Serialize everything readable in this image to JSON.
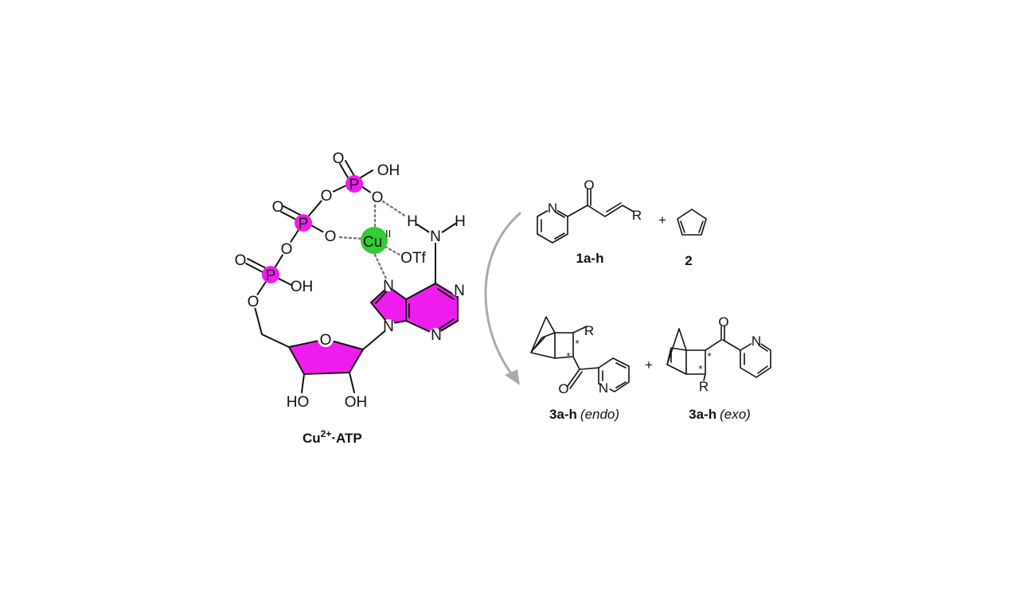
{
  "colors": {
    "phosphorus": "#ee1dee",
    "purine": "#ee1dee",
    "ribose": "#ee1dee",
    "copper": "#33cc33",
    "arrow": "#aaaaaa",
    "coordination": "#777777"
  },
  "atp_complex": {
    "atoms": {
      "p": "P",
      "o": "O",
      "oh": "OH",
      "ho": "HO",
      "n": "N",
      "h": "H",
      "cu": "Cu",
      "cu_ox": "II",
      "otf": "OTf"
    },
    "caption": {
      "prefix": "Cu",
      "charge": "2+",
      "suffix": "·ATP"
    }
  },
  "reaction": {
    "plus": "+",
    "substituent": "R",
    "stereo": "*",
    "compounds": {
      "enone": {
        "label": "1a-h"
      },
      "diene": {
        "label": "2"
      },
      "endo": {
        "label": "3a-h",
        "note": "(endo)"
      },
      "exo": {
        "label": "3a-h",
        "note": "(exo)"
      }
    }
  }
}
